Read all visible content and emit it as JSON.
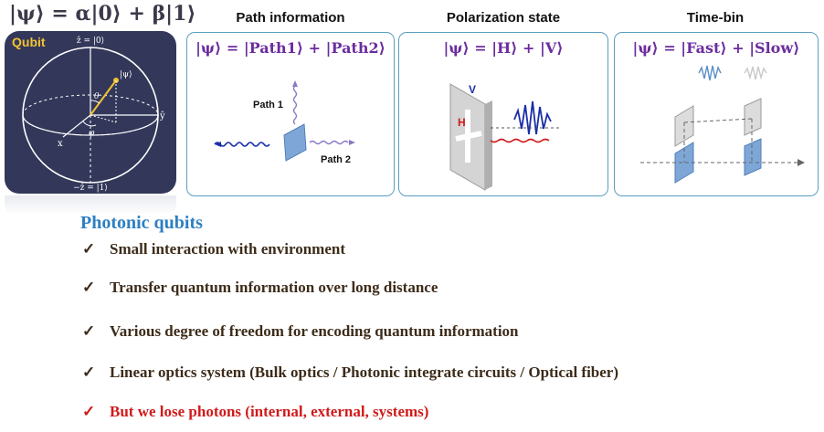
{
  "qubit": {
    "state_equation": "|ψ⟩ = α|0⟩ + β|1⟩",
    "label": "Qubit",
    "bloch": {
      "top_label": "ẑ = |0⟩",
      "bottom_label": "−ẑ = |1⟩",
      "x_label": "x",
      "y_label": "ŷ",
      "psi_label": "|ψ⟩",
      "theta_label": "θ",
      "phi_label": "φ"
    }
  },
  "panels": [
    {
      "title": "Path information",
      "equation": "|ψ⟩ = |Path1⟩ + |Path2⟩",
      "labels": {
        "path1": "Path 1",
        "path2": "Path 2"
      }
    },
    {
      "title": "Polarization state",
      "equation": "|ψ⟩ = |H⟩ + |V⟩",
      "labels": {
        "v": "V",
        "h": "H"
      }
    },
    {
      "title": "Time-bin",
      "equation": "|ψ⟩ = |Fast⟩ + |Slow⟩"
    }
  ],
  "photonic": {
    "heading": "Photonic qubits",
    "check_symbol": "✓",
    "bullets": [
      {
        "text": "Small interaction with environment",
        "color": "#3d2c1a"
      },
      {
        "text": "Transfer quantum information over long distance",
        "color": "#3d2c1a"
      },
      {
        "text": "Various degree of freedom for encoding quantum information",
        "color": "#3d2c1a"
      },
      {
        "text": "Linear optics system (Bulk optics / Photonic integrate circuits / Optical fiber)",
        "color": "#3d2c1a"
      },
      {
        "text": "But we lose photons (internal, external, systems)",
        "color": "#d11a1a"
      }
    ]
  },
  "colors": {
    "card_bg": "#33385a",
    "qubit_label": "#f2c233",
    "panel_border": "#5a9ec2",
    "equation": "#6b2d9e",
    "heading": "#2d7fc2",
    "warning": "#d11a1a"
  }
}
